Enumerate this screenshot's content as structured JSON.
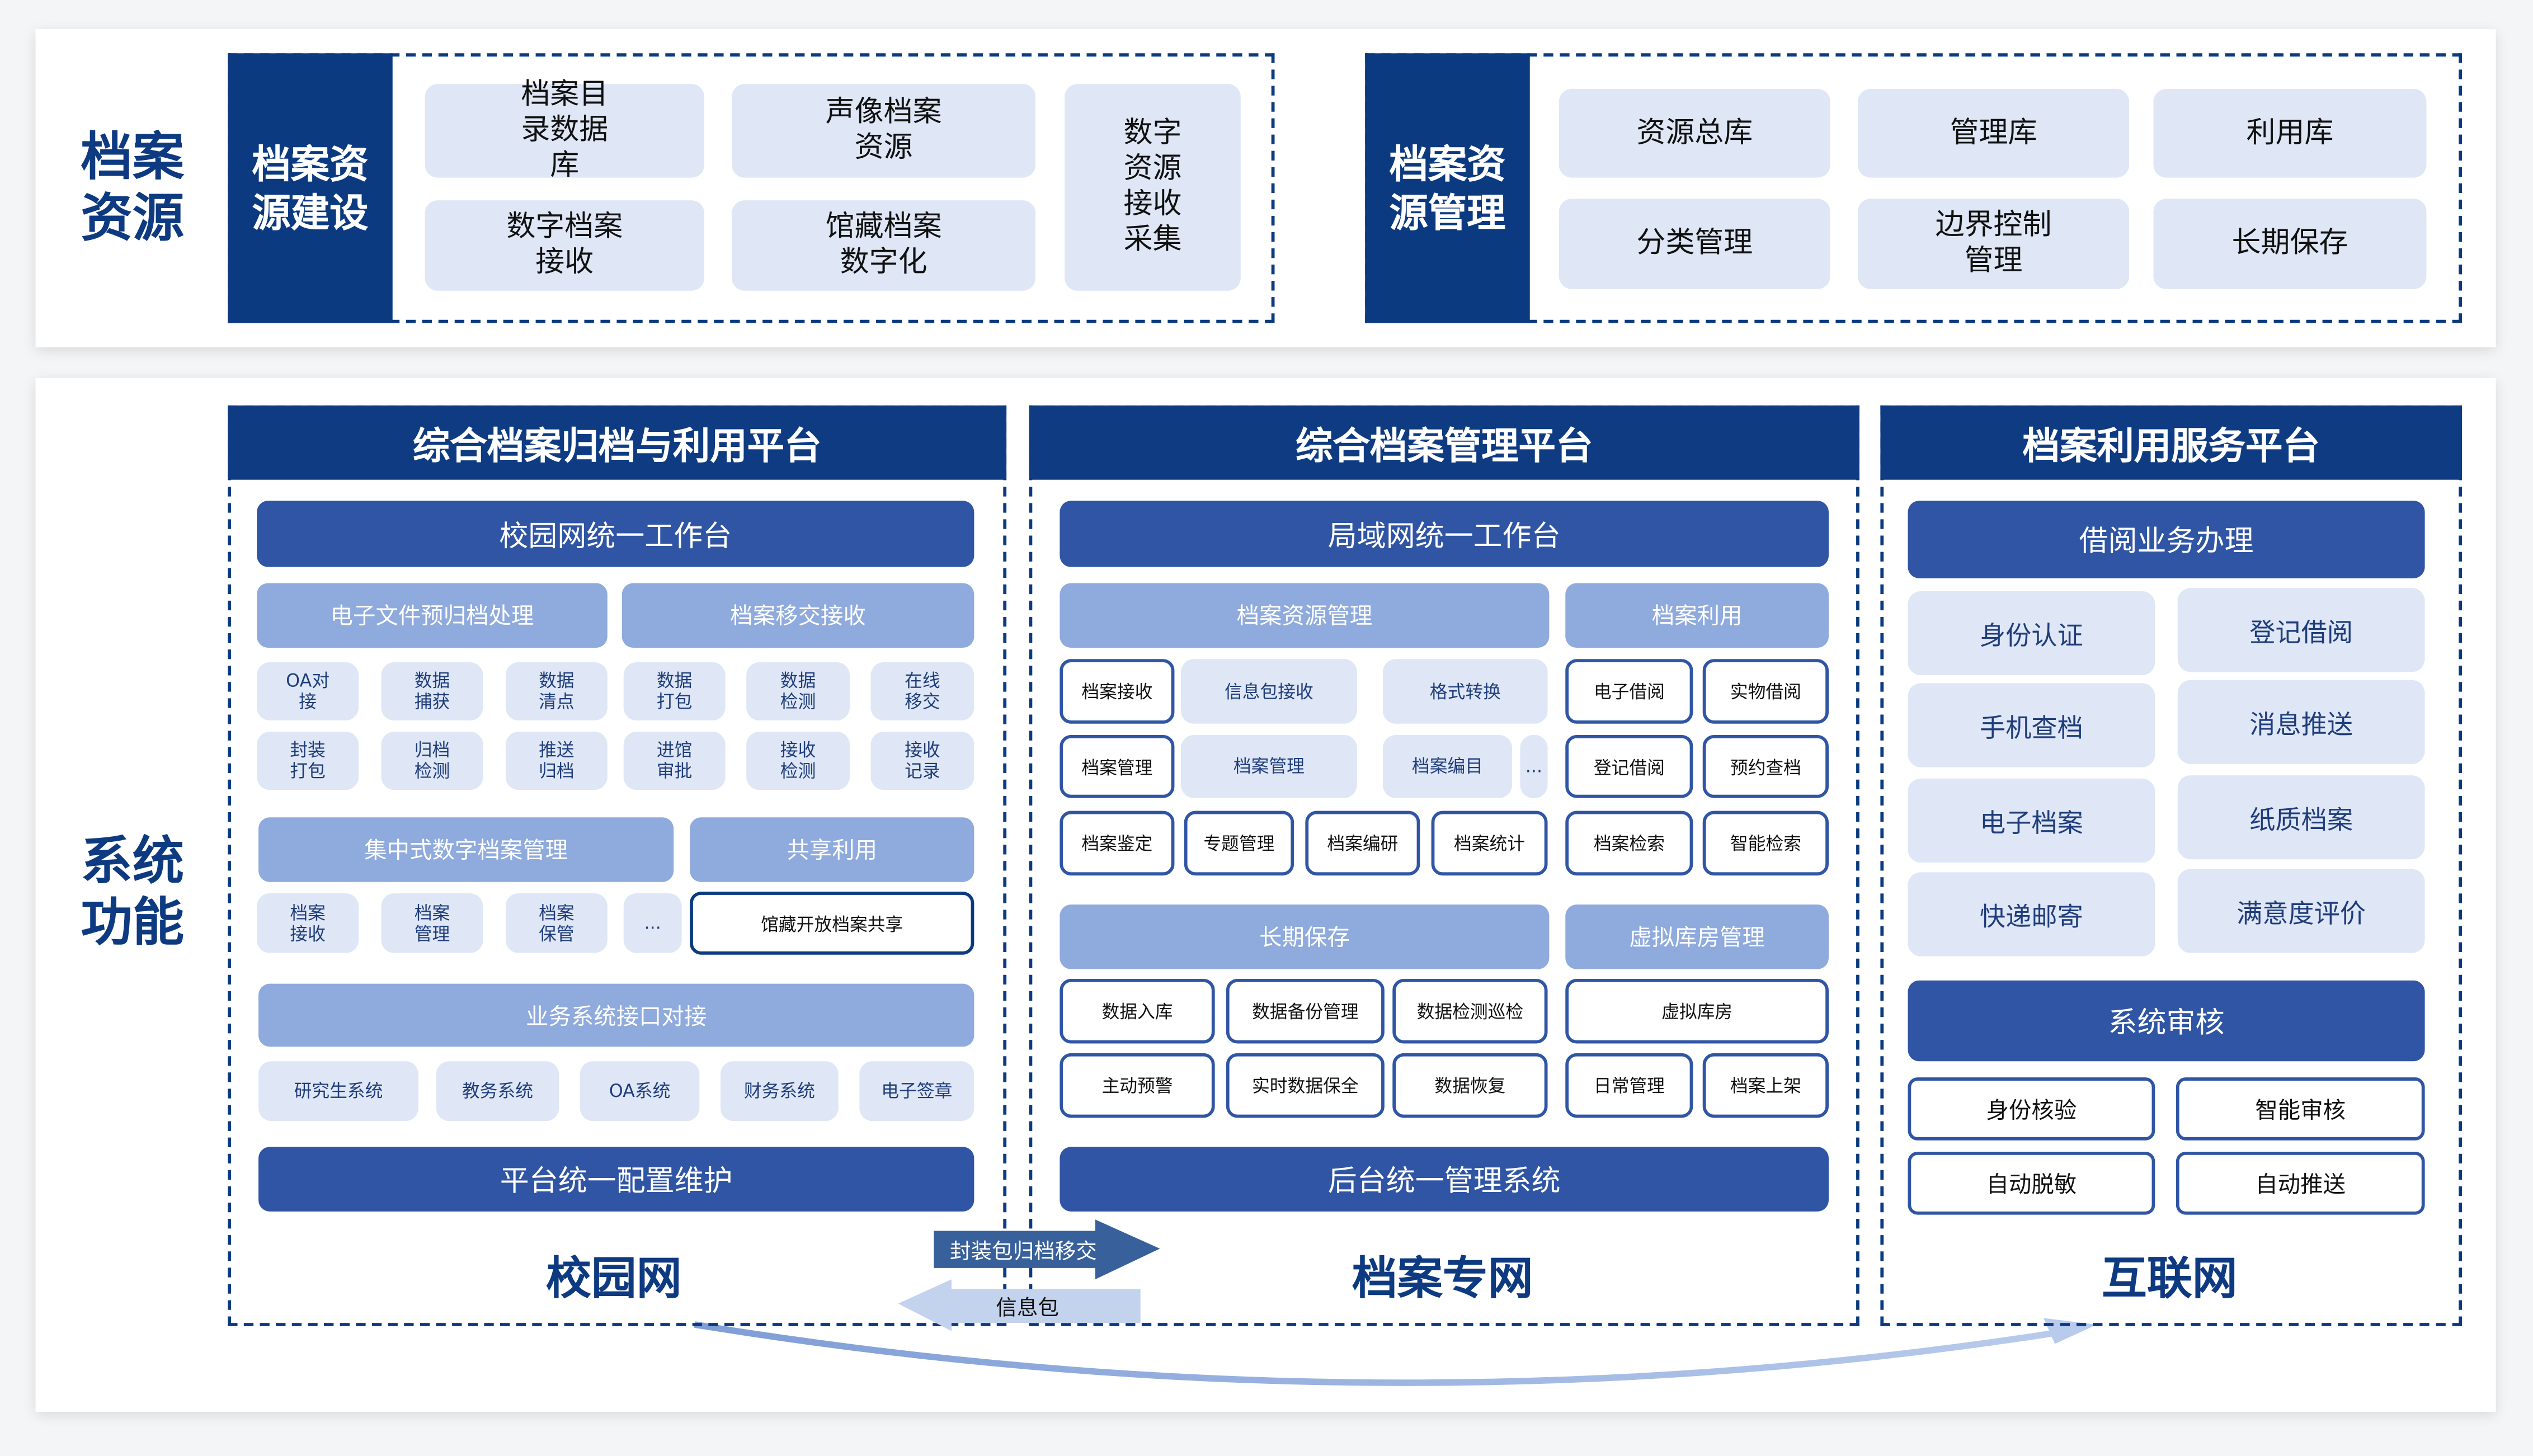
{
  "resources": {
    "label": "档案资源",
    "build": {
      "title": "档案资源建设",
      "items": [
        "档案目录数据库",
        "声像档案资源",
        "数字档案接收",
        "馆藏档案数字化",
        "数字资源接收采集"
      ]
    },
    "manage": {
      "title": "档案资源管理",
      "items": [
        "资源总库",
        "管理库",
        "利用库",
        "分类管理",
        "边界控制管理",
        "长期保存"
      ]
    }
  },
  "functions": {
    "label": "系统功能"
  },
  "col1": {
    "header": "综合档案归档与利用平台",
    "workbench": "校园网统一工作台",
    "sub1": "电子文件预归档处理",
    "sub2": "档案移交接收",
    "grid": [
      "OA对接",
      "数据捕获",
      "数据清点",
      "数据打包",
      "数据检测",
      "在线移交",
      "封装打包",
      "归档检测",
      "推送归档",
      "进馆审批",
      "接收检测",
      "接收记录"
    ],
    "central": "集中式数字档案管理",
    "share": "共享利用",
    "central_items": [
      "档案接收",
      "档案管理",
      "档案保管",
      "..."
    ],
    "share_item": "馆藏开放档案共享",
    "iface": "业务系统接口对接",
    "iface_items": [
      "研究生系统",
      "教务系统",
      "OA系统",
      "财务系统",
      "电子签章"
    ],
    "footer": "平台统一配置维护",
    "net": "校园网"
  },
  "col2": {
    "header": "综合档案管理平台",
    "workbench": "局域网统一工作台",
    "sub1": "档案资源管理",
    "sub2": "档案利用",
    "r1": [
      "档案接收",
      "信息包接收",
      "格式转换",
      "电子借阅",
      "实物借阅"
    ],
    "r2": [
      "档案管理",
      "档案管理",
      "档案编目",
      "...",
      "登记借阅",
      "预约查档"
    ],
    "r3": [
      "档案鉴定",
      "专题管理",
      "档案编研",
      "档案统计",
      "档案检索",
      "智能检索"
    ],
    "sub3": "长期保存",
    "sub4": "虚拟库房管理",
    "r4": [
      "数据入库",
      "数据备份管理",
      "数据检测巡检",
      "虚拟库房"
    ],
    "r5": [
      "主动预警",
      "实时数据保全",
      "数据恢复",
      "日常管理",
      "档案上架"
    ],
    "footer": "后台统一管理系统",
    "net": "档案专网"
  },
  "col3": {
    "header": "档案利用服务平台",
    "borrow": "借阅业务办理",
    "items": [
      "身份认证",
      "登记借阅",
      "手机查档",
      "消息推送",
      "电子档案",
      "纸质档案",
      "快递邮寄",
      "满意度评价"
    ],
    "audit": "系统审核",
    "audit_items": [
      "身份核验",
      "智能审核",
      "自动脱敏",
      "自动推送"
    ],
    "net": "互联网"
  },
  "arrows": {
    "forward": "封装包归档移交",
    "back": "信息包"
  }
}
